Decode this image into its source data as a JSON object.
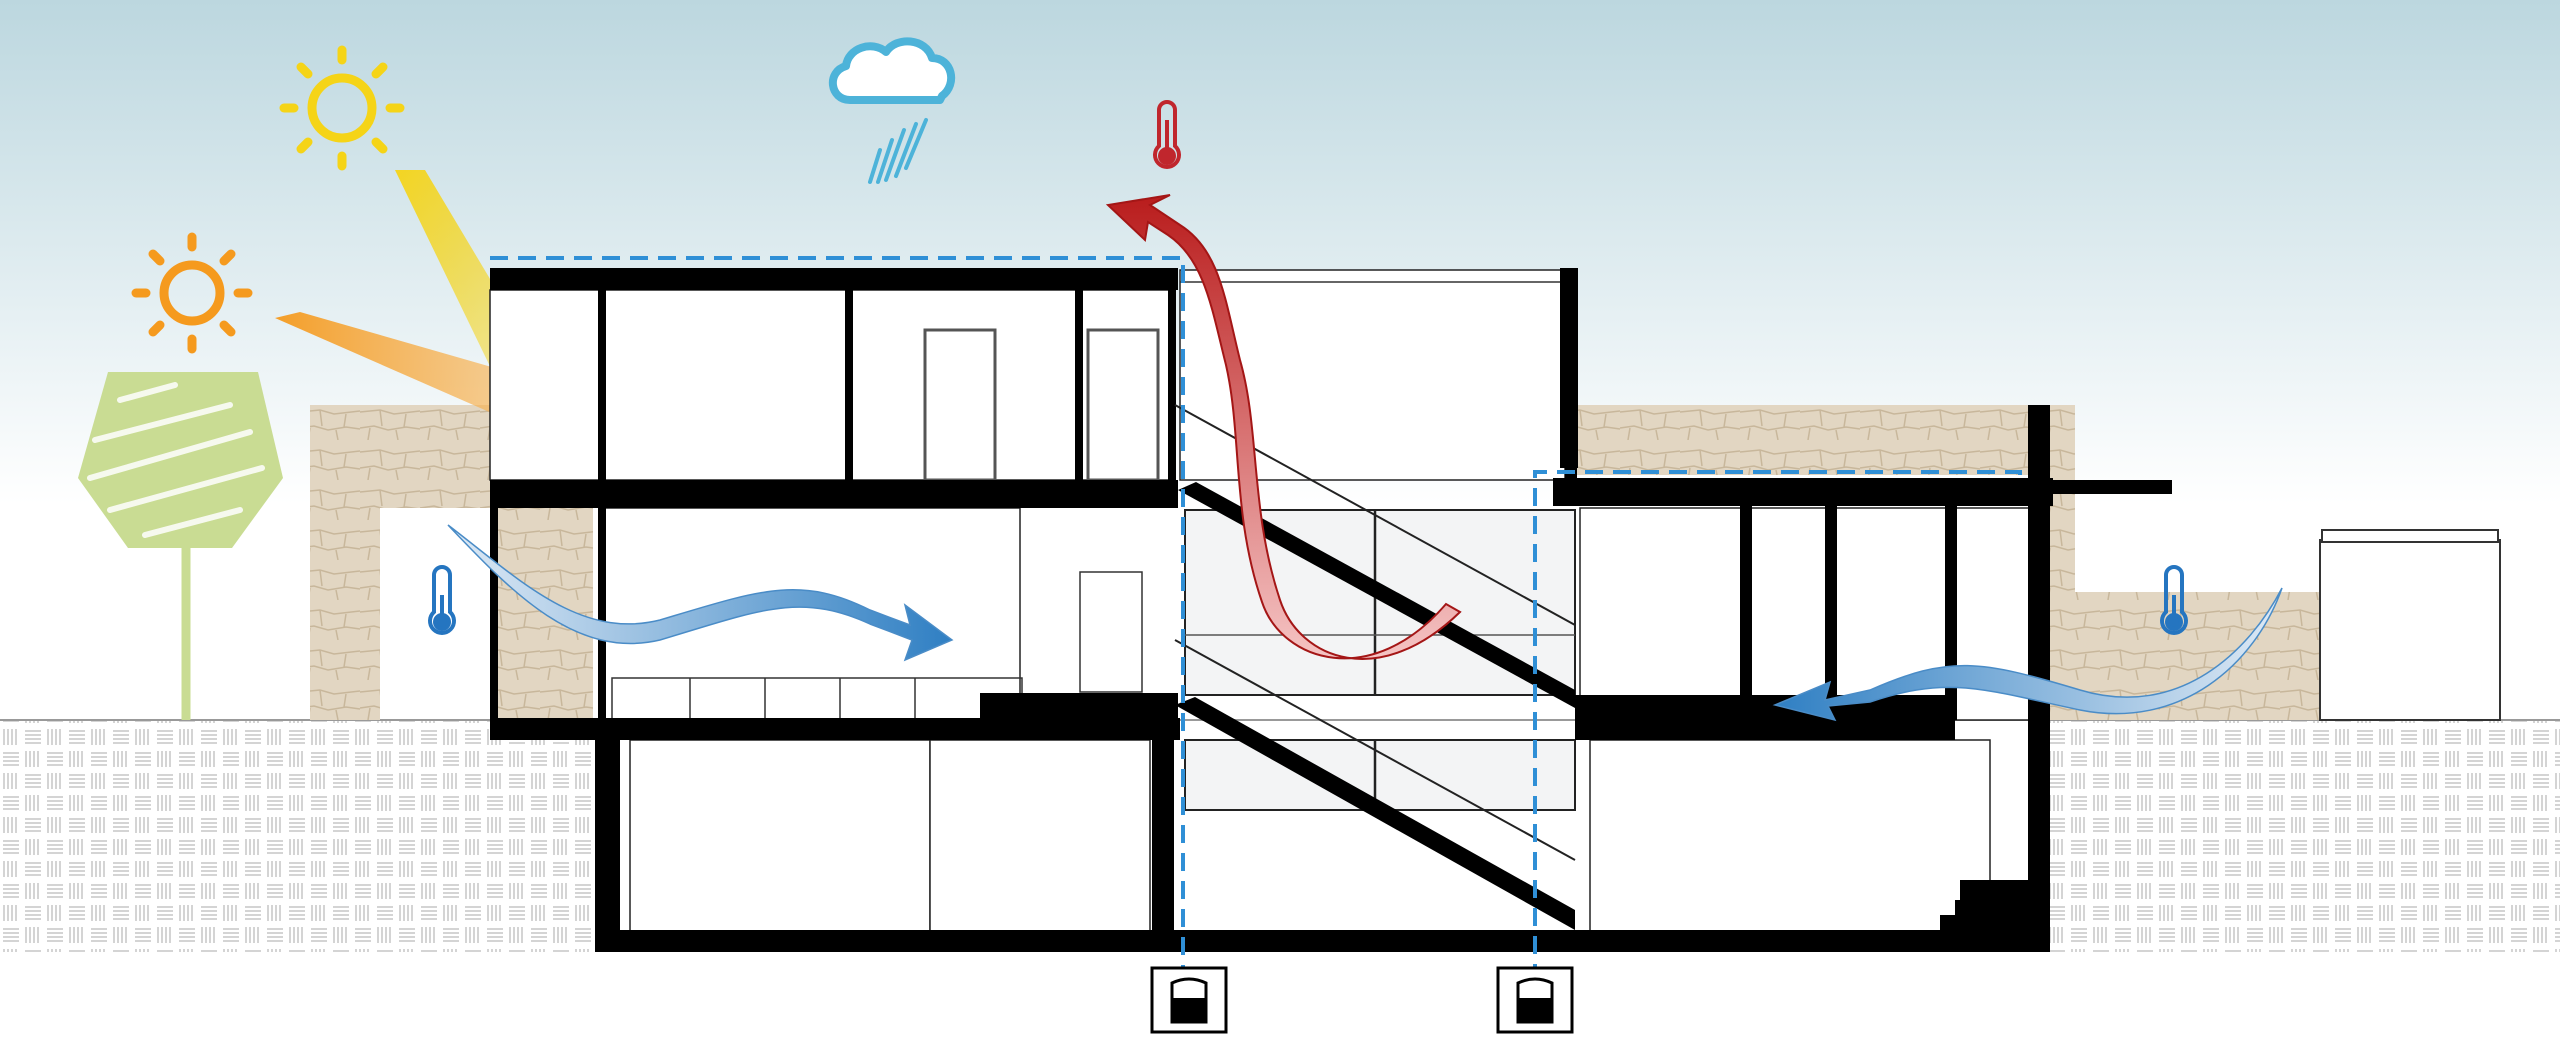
{
  "diagram": {
    "type": "architectural-section",
    "labels": [],
    "icons": [
      "sun-icon-high",
      "sun-icon-low",
      "cloud-rain-icon",
      "thermometer-hot-icon",
      "thermometer-cold-icon-left",
      "thermometer-cold-icon-right",
      "tree-icon",
      "water-tank-icon-left",
      "water-tank-icon-right"
    ],
    "flows": [
      "hot-air-stack-ventilation",
      "cool-air-breeze-left",
      "cool-air-breeze-right",
      "high-summer-sun-ray",
      "low-winter-sun-ray",
      "rainwater-collection-paths"
    ],
    "colors": {
      "sky_top": "#bcd7df",
      "sky_bottom": "#ffffff",
      "sun_high": "#f5d417",
      "sun_low": "#f59a1e",
      "cloud": "#4db3d9",
      "hot_air": "#b91c1c",
      "thermometer_hot": "#c0262d",
      "cool_air": "#2f7fc3",
      "thermometer_cold": "#2575c0",
      "tree": "#c9dc93",
      "rain_line": "#2f8fd6",
      "structure": "#000000",
      "stone": "#e2d6c2"
    }
  }
}
